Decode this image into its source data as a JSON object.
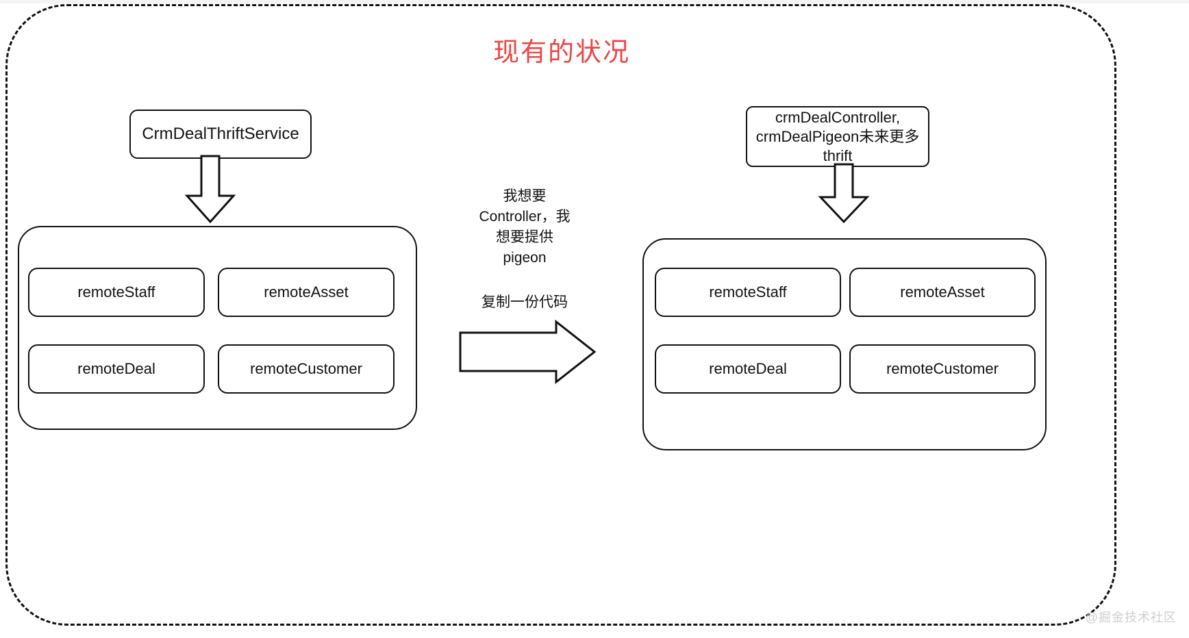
{
  "title": "现有的状况",
  "colors": {
    "title": "#ef4444",
    "stroke": "#111111",
    "background": "#ffffff",
    "watermark": "#cfcfcf"
  },
  "left_cluster": {
    "service_label": "CrmDealThriftService",
    "arrow": "down-block-arrow",
    "modules": [
      {
        "label": "remoteStaff"
      },
      {
        "label": "remoteAsset"
      },
      {
        "label": "remoteDeal"
      },
      {
        "label": "remoteCustomer"
      }
    ]
  },
  "right_cluster": {
    "service_label": "crmDealController,\ncrmDealPigeon未来更多\nthrift",
    "arrow": "down-block-arrow",
    "modules": [
      {
        "label": "remoteStaff"
      },
      {
        "label": "remoteAsset"
      },
      {
        "label": "remoteDeal"
      },
      {
        "label": "remoteCustomer"
      }
    ]
  },
  "middle": {
    "note_top": "我想要\nController，我\n想要提供\npigeon",
    "note_bottom": "复制一份代码",
    "arrow": "right-block-arrow"
  },
  "watermark": "@掘金技术社区"
}
